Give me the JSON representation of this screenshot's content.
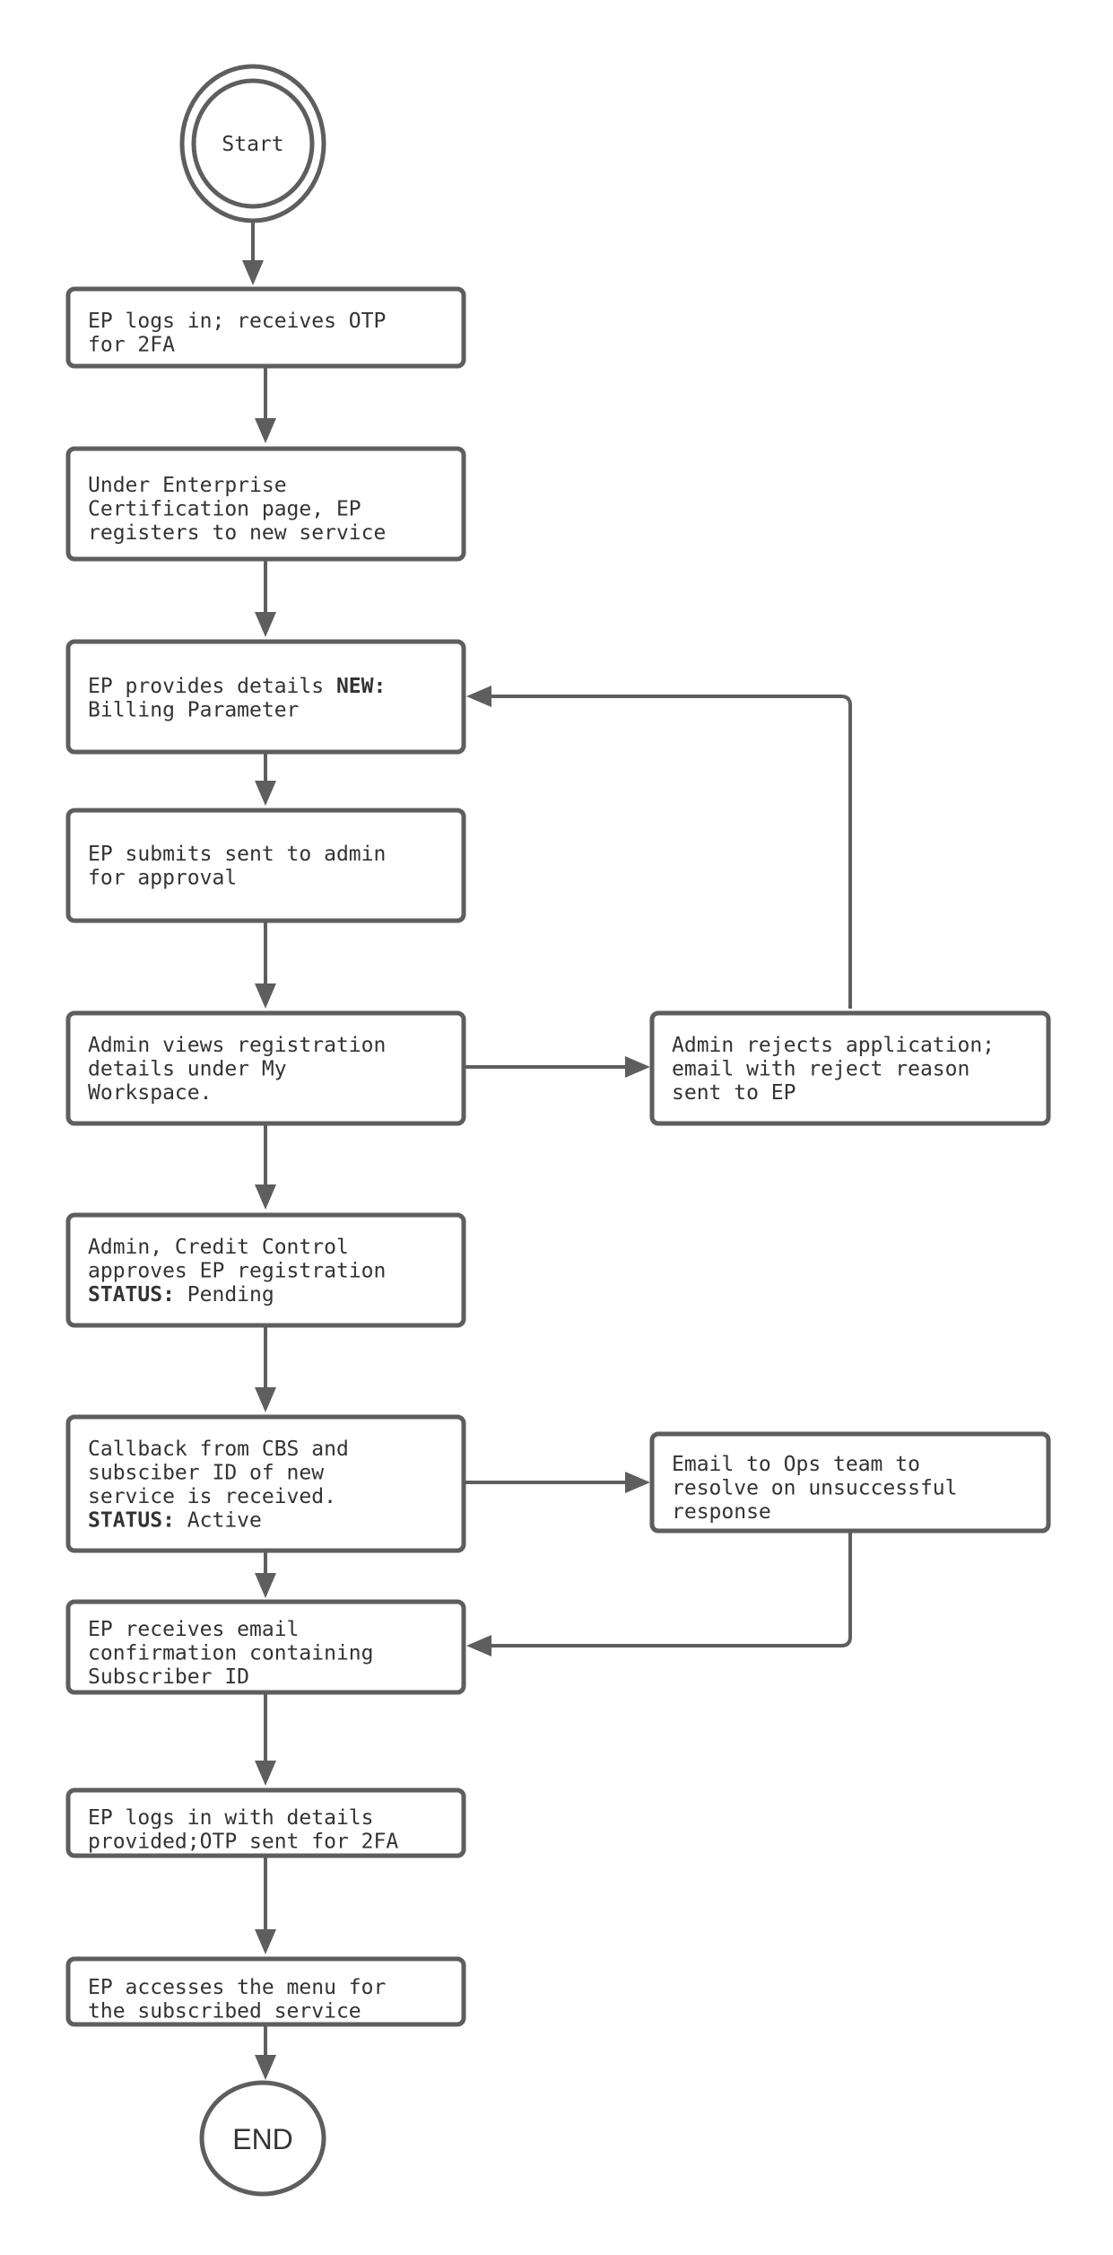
{
  "diagram": {
    "start": "Start",
    "end": "END",
    "steps": {
      "login_otp": [
        "EP logs in; receives OTP",
        "for 2FA"
      ],
      "register": [
        "Under Enterprise",
        "Certification page, EP",
        "registers to new service"
      ],
      "provide_details": {
        "line1_plain": "EP provides details ",
        "line1_bold": "NEW:",
        "line2": "Billing Parameter"
      },
      "submit": [
        "EP submits sent to admin",
        "for approval"
      ],
      "admin_views": [
        "Admin views registration",
        "details under My",
        "Workspace."
      ],
      "admin_rejects": [
        "Admin rejects application;",
        "email with reject reason",
        "sent to EP"
      ],
      "approves": {
        "line1": "Admin, Credit Control",
        "line2": "approves EP registration",
        "status_label": "STATUS:",
        "status_value": " Pending"
      },
      "callback": {
        "line1": "Callback from CBS and",
        "line2": "subsciber ID of new",
        "line3": "service is received.",
        "status_label": "STATUS:",
        "status_value": " Active"
      },
      "email_ops": [
        "Email to Ops team to",
        "resolve on unsuccessful",
        "response"
      ],
      "email_confirm": [
        "EP receives email",
        "confirmation containing",
        "Subscriber ID"
      ],
      "login_details": [
        "EP logs in with details",
        "provided;OTP sent for 2FA"
      ],
      "access_menu": [
        "EP accesses the menu for",
        "the subscribed service"
      ]
    }
  }
}
